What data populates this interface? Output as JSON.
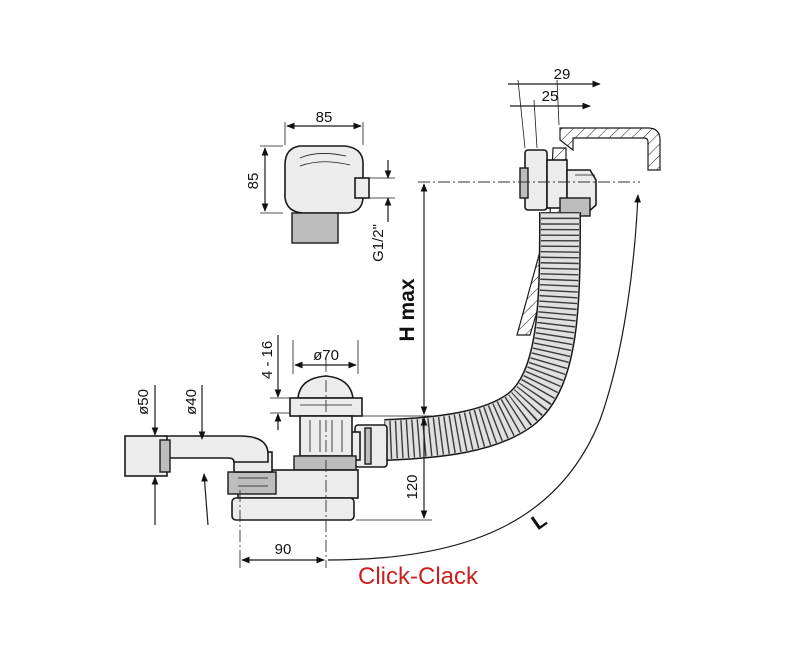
{
  "dimensions": {
    "box_width": "85",
    "box_height": "85",
    "thread": "G1/2\"",
    "overflow_depth_outer": "29",
    "overflow_depth_inner": "25",
    "height_max": "H max",
    "plug_travel": "4 - 16",
    "plug_diameter": "ø70",
    "outlet_outer_diameter": "ø50",
    "outlet_inner_diameter": "ø40",
    "body_height": "120",
    "offset": "90",
    "length": "L"
  },
  "caption": {
    "text": "Click-Clack",
    "color": "#cc1f1f"
  }
}
